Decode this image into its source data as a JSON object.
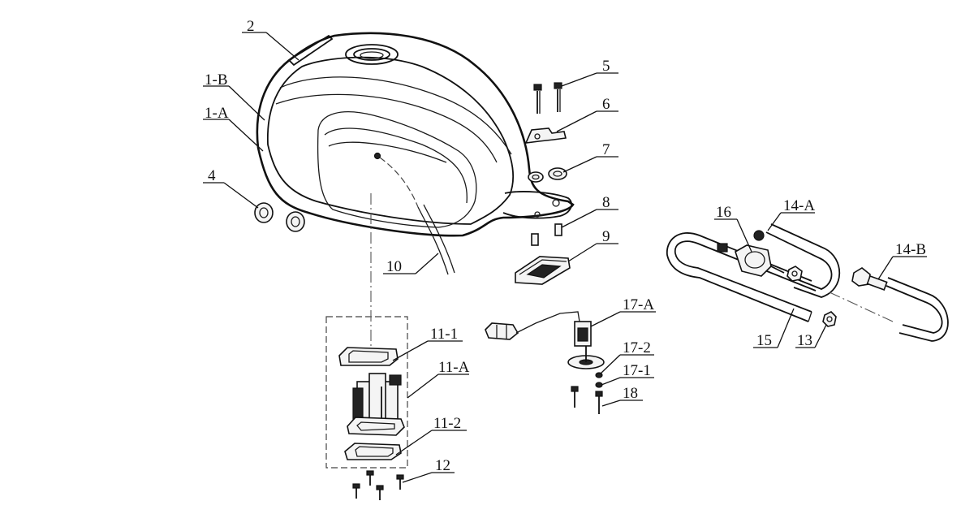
{
  "diagram": {
    "callouts": [
      {
        "id": "2",
        "text": "2"
      },
      {
        "id": "1-B",
        "text": "1-B"
      },
      {
        "id": "1-A",
        "text": "1-A"
      },
      {
        "id": "4",
        "text": "4"
      },
      {
        "id": "5",
        "text": "5"
      },
      {
        "id": "6",
        "text": "6"
      },
      {
        "id": "7",
        "text": "7"
      },
      {
        "id": "8",
        "text": "8"
      },
      {
        "id": "9",
        "text": "9"
      },
      {
        "id": "10",
        "text": "10"
      },
      {
        "id": "11-1",
        "text": "11-1"
      },
      {
        "id": "11-A",
        "text": "11-A"
      },
      {
        "id": "11-2",
        "text": "11-2"
      },
      {
        "id": "12",
        "text": "12"
      },
      {
        "id": "16",
        "text": "16"
      },
      {
        "id": "14-A",
        "text": "14-A"
      },
      {
        "id": "14-B",
        "text": "14-B"
      },
      {
        "id": "15",
        "text": "15"
      },
      {
        "id": "13",
        "text": "13"
      },
      {
        "id": "17-A",
        "text": "17-A"
      },
      {
        "id": "17-2",
        "text": "17-2"
      },
      {
        "id": "17-1",
        "text": "17-1"
      },
      {
        "id": "18",
        "text": "18"
      }
    ]
  }
}
